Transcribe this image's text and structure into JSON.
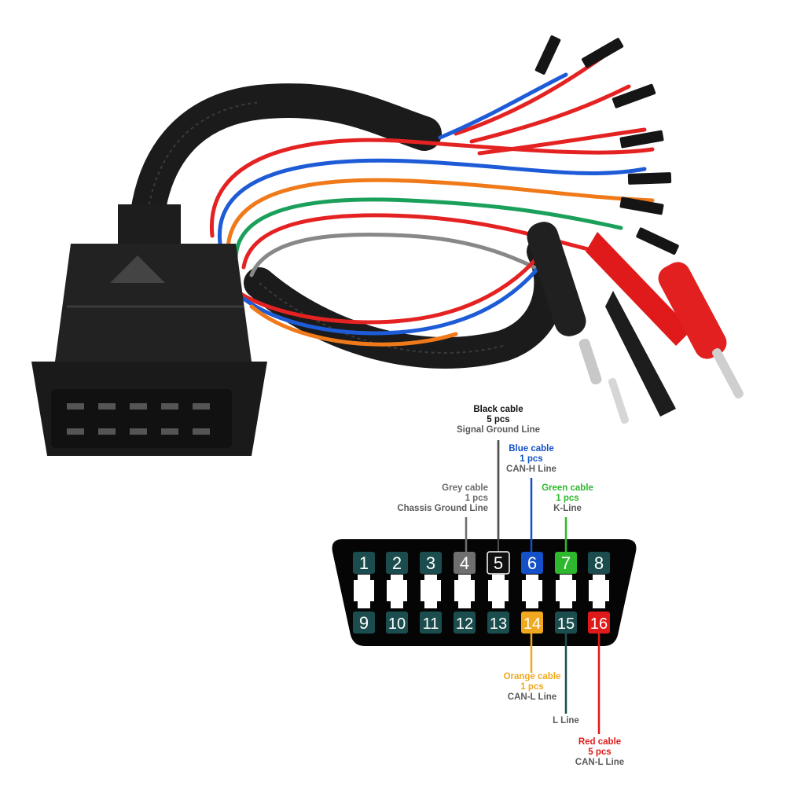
{
  "connector": {
    "pins_top": [
      "1",
      "2",
      "3",
      "4",
      "5",
      "6",
      "7",
      "8"
    ],
    "pins_bottom": [
      "9",
      "10",
      "11",
      "12",
      "13",
      "14",
      "15",
      "16"
    ]
  },
  "labels": {
    "black": {
      "name": "Black cable",
      "qty": "5 pcs",
      "line": "Signal Ground Line"
    },
    "blue": {
      "name": "Blue cable",
      "qty": "1 pcs",
      "line": "CAN-H Line"
    },
    "grey": {
      "name": "Grey cable",
      "qty": "1 pcs",
      "line": "Chassis Ground Line"
    },
    "green": {
      "name": "Green cable",
      "qty": "1 pcs",
      "line": "K-Line"
    },
    "orange": {
      "name": "Orange cable",
      "qty": "1 pcs",
      "line": "CAN-L Line"
    },
    "lline": {
      "line": "L Line"
    },
    "red": {
      "name": "Red cable",
      "qty": "5 pcs",
      "line": "CAN-L Line"
    }
  },
  "colors": {
    "black": "#111111",
    "blue": "#1450c8",
    "grey": "#6f6f6f",
    "green": "#2db82d",
    "orange": "#f0a81e",
    "teal": "#1c4d4e",
    "red": "#e01a1a"
  }
}
